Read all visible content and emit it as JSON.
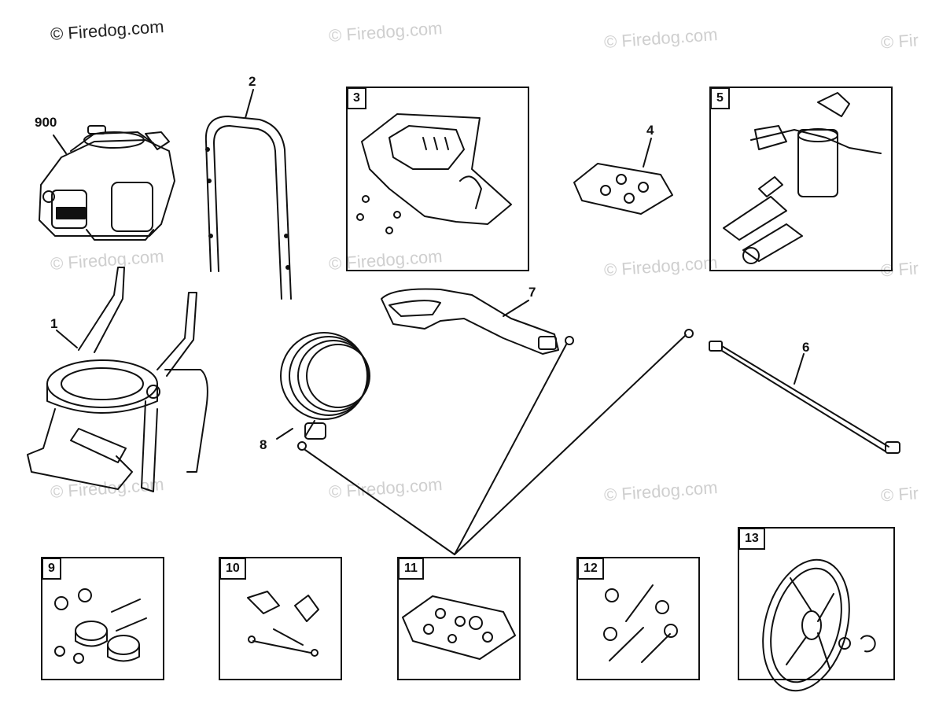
{
  "watermark": {
    "text": "© Firedog.com",
    "partial": "© Fir"
  },
  "callouts": {
    "engine": "900",
    "frame": "1",
    "handle": "2",
    "guard_kit": "3",
    "nozzle_kit": "4",
    "pump": "5",
    "wand": "6",
    "gun": "7",
    "hose": "8"
  },
  "boxes": {
    "guard_kit": "3",
    "pump": "5",
    "foot_kit": "9",
    "knob_kit": "10",
    "oring_kit": "11",
    "bolt_kit": "12",
    "wheel": "13"
  },
  "colors": {
    "line": "#111111",
    "watermark": "#cfcfcf"
  }
}
